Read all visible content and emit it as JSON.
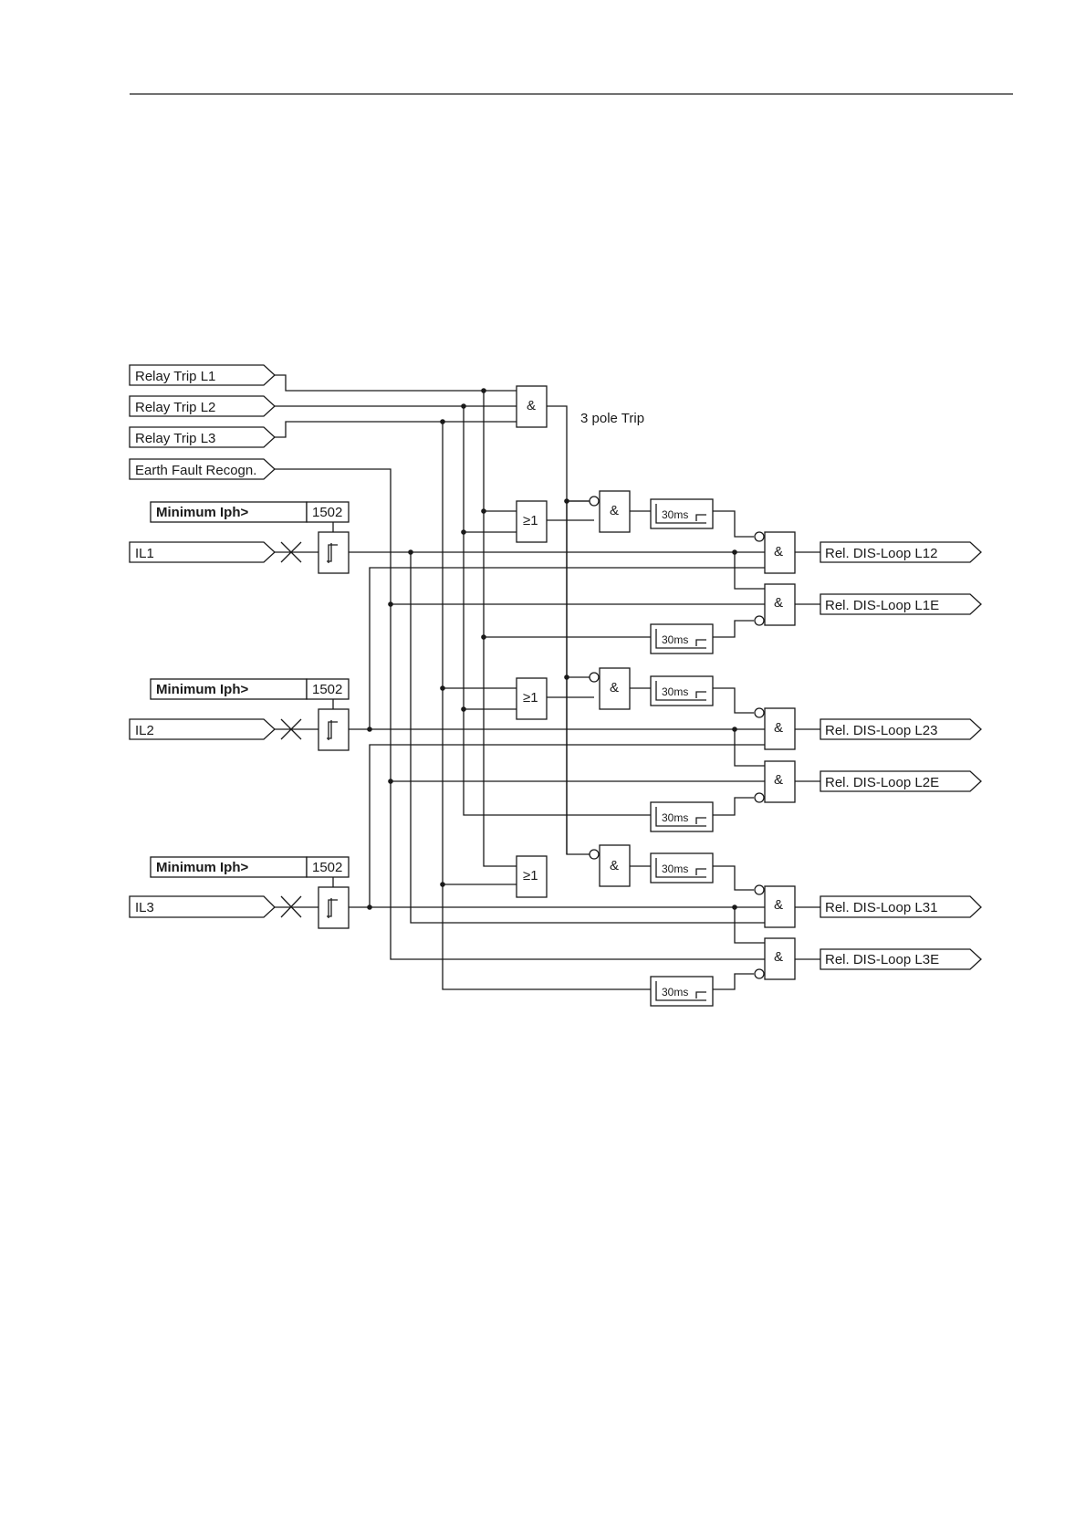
{
  "inputs": {
    "relay_trip_l1": "Relay Trip L1",
    "relay_trip_l2": "Relay Trip L2",
    "relay_trip_l3": "Relay Trip L3",
    "earth_fault": "Earth Fault Recogn.",
    "il1": "IL1",
    "il2": "IL2",
    "il3": "IL3"
  },
  "parameters": {
    "min_iph_label": "Minimum Iph>",
    "min_iph_address": "1502"
  },
  "gates": {
    "and_symbol": "&",
    "or_symbol": "≥1"
  },
  "timer_label": "30ms",
  "three_pole_trip_label": "3 pole Trip",
  "outputs": {
    "loop_l12": "Rel. DIS-Loop L12",
    "loop_l1e": "Rel. DIS-Loop L1E",
    "loop_l23": "Rel. DIS-Loop L23",
    "loop_l2e": "Rel. DIS-Loop L2E",
    "loop_l31": "Rel. DIS-Loop L31",
    "loop_l3e": "Rel. DIS-Loop L3E"
  }
}
